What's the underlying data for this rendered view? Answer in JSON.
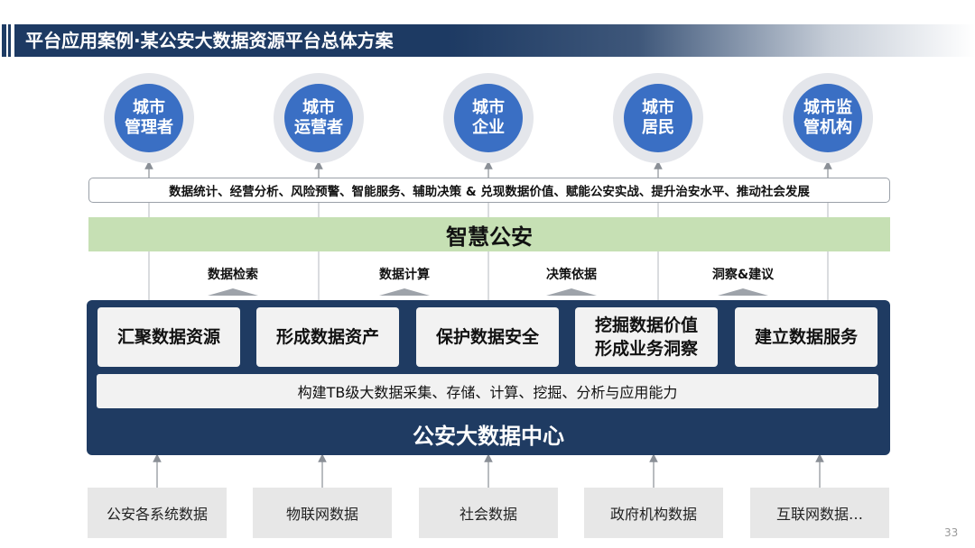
{
  "header": {
    "title": "平台应用案例·某公安大数据资源平台总体方案"
  },
  "stakeholders": [
    "城市\n管理者",
    "城市\n运营者",
    "城市\n企业",
    "城市\n居民",
    "城市监\n管机构"
  ],
  "value_statement": "数据统计、经营分析、风险预警、智能服务、辅助决策 & 兑现数据价值、赋能公安实战、提升治安水平、推动社会发展",
  "smart_police": "智慧公安",
  "capabilities": [
    "数据检索",
    "数据计算",
    "决策依据",
    "洞察&建议"
  ],
  "data_center": {
    "functions": [
      "汇聚数据资源",
      "形成数据资产",
      "保护数据安全",
      "挖掘数据价值\n形成业务洞察",
      "建立数据服务"
    ],
    "capability": "构建TB级大数据采集、存储、计算、挖掘、分析与应用能力",
    "title": "公安大数据中心"
  },
  "sources": [
    "公安各系统数据",
    "物联网数据",
    "社会数据",
    "政府机构数据",
    "互联网数据…"
  ],
  "page_number": "33",
  "colors": {
    "banner": "#1d3a63",
    "circle": "#3a6fc4",
    "smart_band": "#c6e0b4",
    "data_center": "#1f3b62",
    "source_box": "#e7e7e7"
  }
}
